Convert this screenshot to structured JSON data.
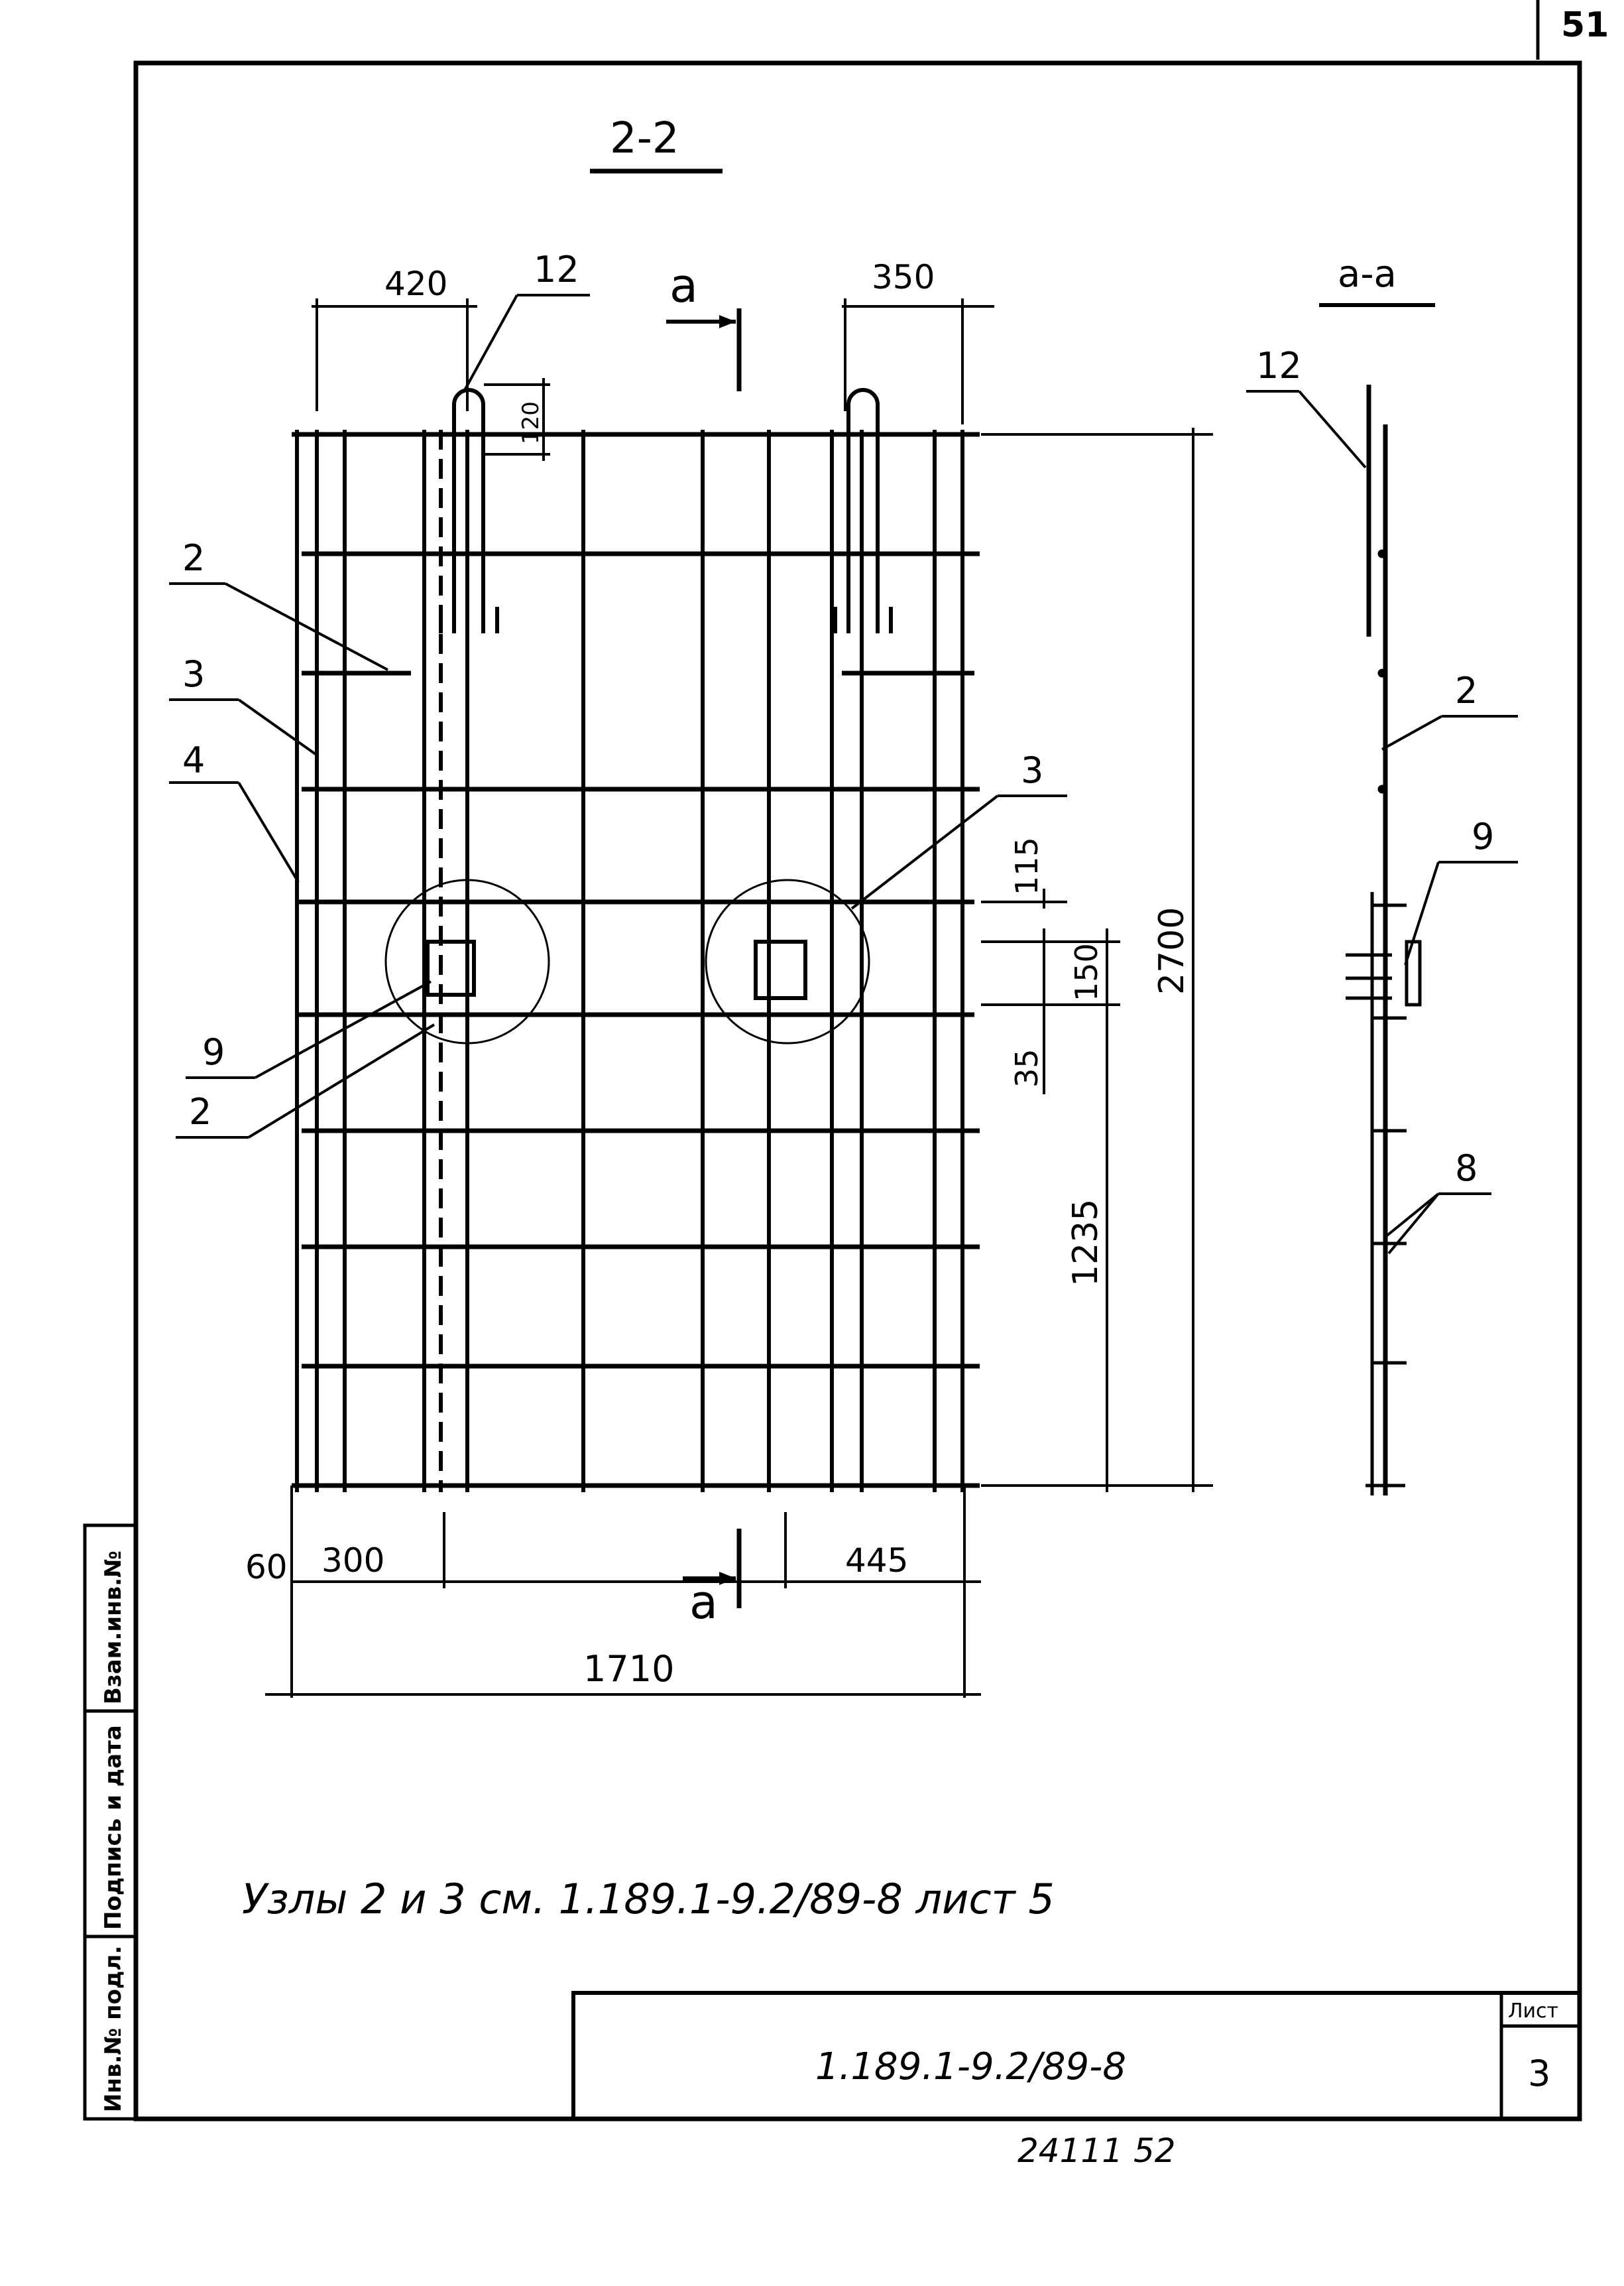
{
  "page": {
    "sheet_number": "51",
    "section_title": "2-2",
    "side_view_title": "a-a",
    "cut_marker_label": "a",
    "note": "Узлы 2 и 3 см. 1.189.1-9.2/89-8 лист 5",
    "footer_number": "24111  52"
  },
  "title_block": {
    "document_code": "1.189.1-9.2/89-8",
    "sheet_label": "Лист",
    "sheet_value": "3"
  },
  "side_stamps": {
    "inv_original": "Инв.№ подл.",
    "signature_date": "Подпись и дата",
    "replaced_inv": "Взам.инв.№"
  },
  "dimensions": {
    "top_left_span": "420",
    "top_right_span": "350",
    "loop_height": "120",
    "gap_115": "115",
    "gap_150": "150",
    "gap_35": "35",
    "height_1235": "1235",
    "overall_height": "2700",
    "bottom_60": "60",
    "bottom_300": "300",
    "bottom_445": "445",
    "overall_width": "1710"
  },
  "callouts": {
    "loop_12": "12",
    "bar_2_upper": "2",
    "bar_3_left": "3",
    "bar_4_left": "4",
    "plate_9_left": "9",
    "bar_2_lower": "2",
    "bar_3_right": "3",
    "side_12": "12",
    "side_2": "2",
    "side_9": "9",
    "side_8": "8"
  }
}
